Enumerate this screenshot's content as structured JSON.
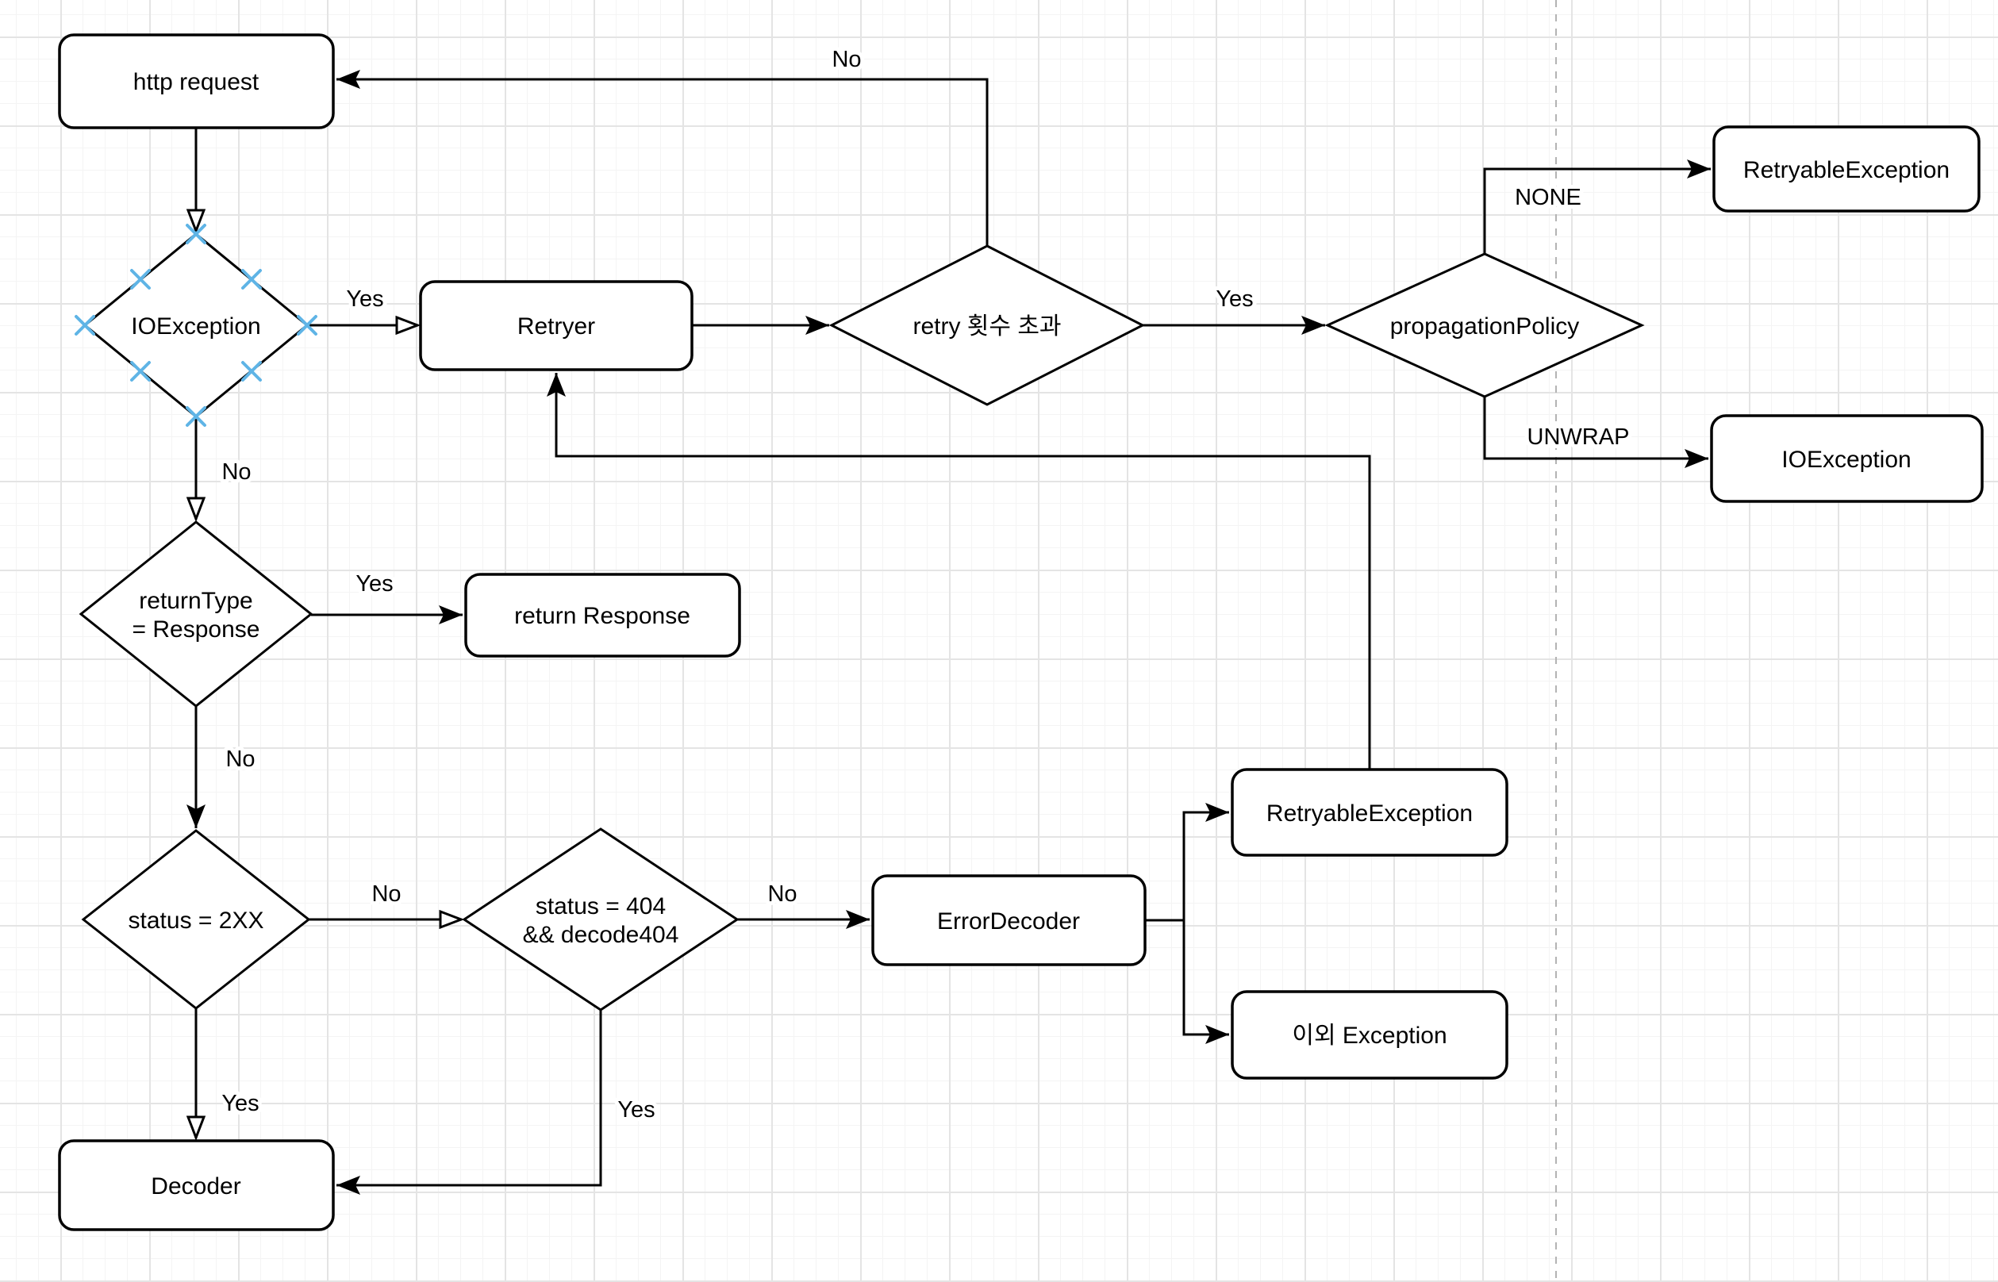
{
  "colors": {
    "shape_fill": "#ffffff",
    "shape_stroke": "#000000",
    "connection_point_blue": "#5fb4e6",
    "guide_dashed": "#b3b3b3",
    "grid_minor": "#f4f4f4",
    "grid_major": "#e4e4e4"
  },
  "nodes": {
    "http_request": {
      "label": "http request"
    },
    "retryer": {
      "label": "Retryer"
    },
    "return_response": {
      "label": "return Response"
    },
    "error_decoder": {
      "label": "ErrorDecoder"
    },
    "retryable_exception_mid": {
      "label": "RetryableException"
    },
    "other_exception": {
      "label": "이외 Exception"
    },
    "decoder": {
      "label": "Decoder"
    },
    "retryable_exception_top": {
      "label": "RetryableException"
    },
    "io_exception_result": {
      "label": "IOException"
    }
  },
  "decisions": {
    "io_exception": {
      "label": "IOException"
    },
    "retry_exceeded": {
      "label": "retry 횟수 초과"
    },
    "propagation_policy": {
      "label": "propagationPolicy"
    },
    "return_type": {
      "line1": "returnType",
      "line2": "= Response"
    },
    "status_2xx": {
      "label": "status = 2XX"
    },
    "status_404": {
      "line1": "status = 404",
      "line2": "&& decode404"
    }
  },
  "edge_labels": {
    "io_exception_yes": "Yes",
    "retry_exceeded_no": "No",
    "retry_exceeded_yes": "Yes",
    "propagation_none": "NONE",
    "propagation_unwrap": "UNWRAP",
    "io_exception_no": "No",
    "return_type_yes": "Yes",
    "return_type_no": "No",
    "status_2xx_no": "No",
    "status_404_no": "No",
    "status_2xx_yes": "Yes",
    "status_404_yes": "Yes"
  }
}
